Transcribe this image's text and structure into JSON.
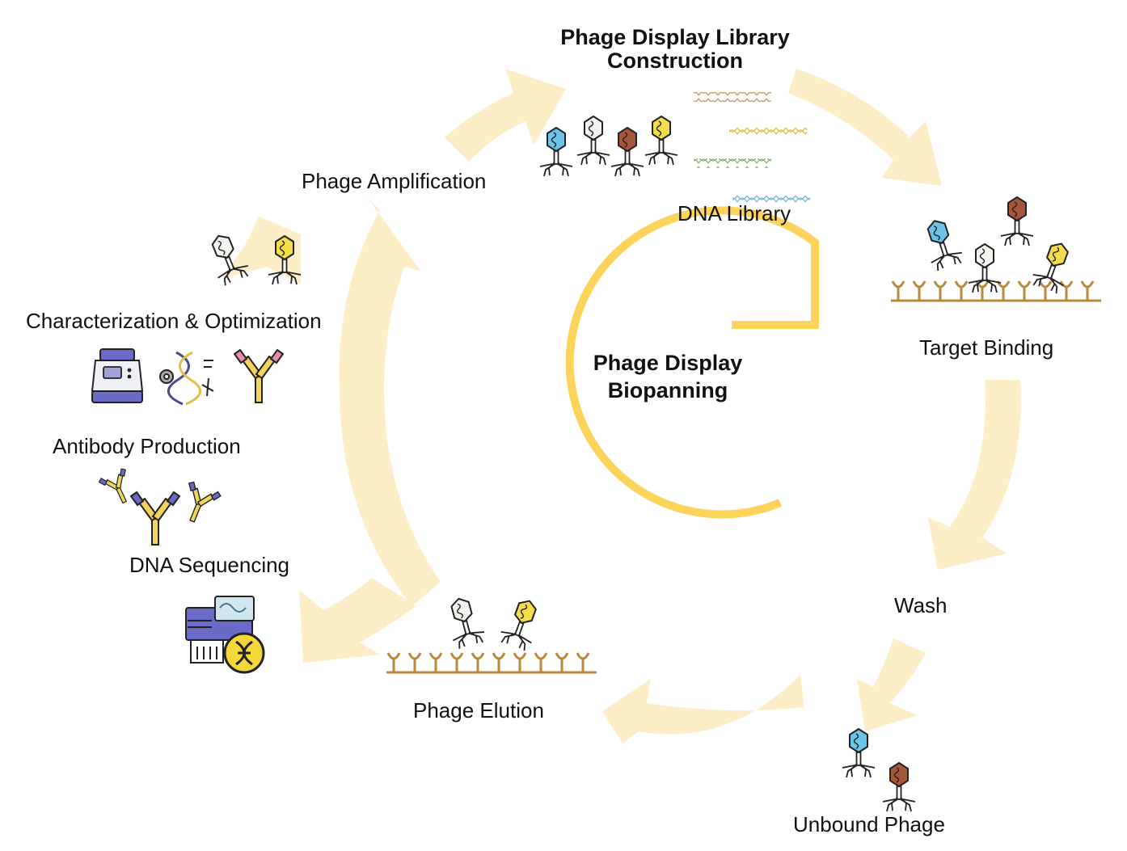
{
  "title": {
    "line1": "Phage Display Library",
    "line2": "Construction"
  },
  "center": {
    "line1": "Phage Display",
    "line2": "Biopanning"
  },
  "steps": {
    "dna_library": "DNA Library",
    "target_binding": "Target Binding",
    "wash": "Wash",
    "unbound_phage": "Unbound Phage",
    "phage_elution": "Phage Elution",
    "phage_amplification": "Phage Amplification",
    "characterization": "Characterization & Optimization",
    "antibody_production": "Antibody Production",
    "dna_sequencing": "DNA Sequencing"
  },
  "colors": {
    "arrow": "#fdeec8",
    "inner_ring": "#fdd35a",
    "surface": "#b9893a",
    "phage_blue": "#6cc4e8",
    "phage_white": "#f2f2ee",
    "phage_brown": "#a8563a",
    "phage_yellow": "#f4dc4a"
  }
}
